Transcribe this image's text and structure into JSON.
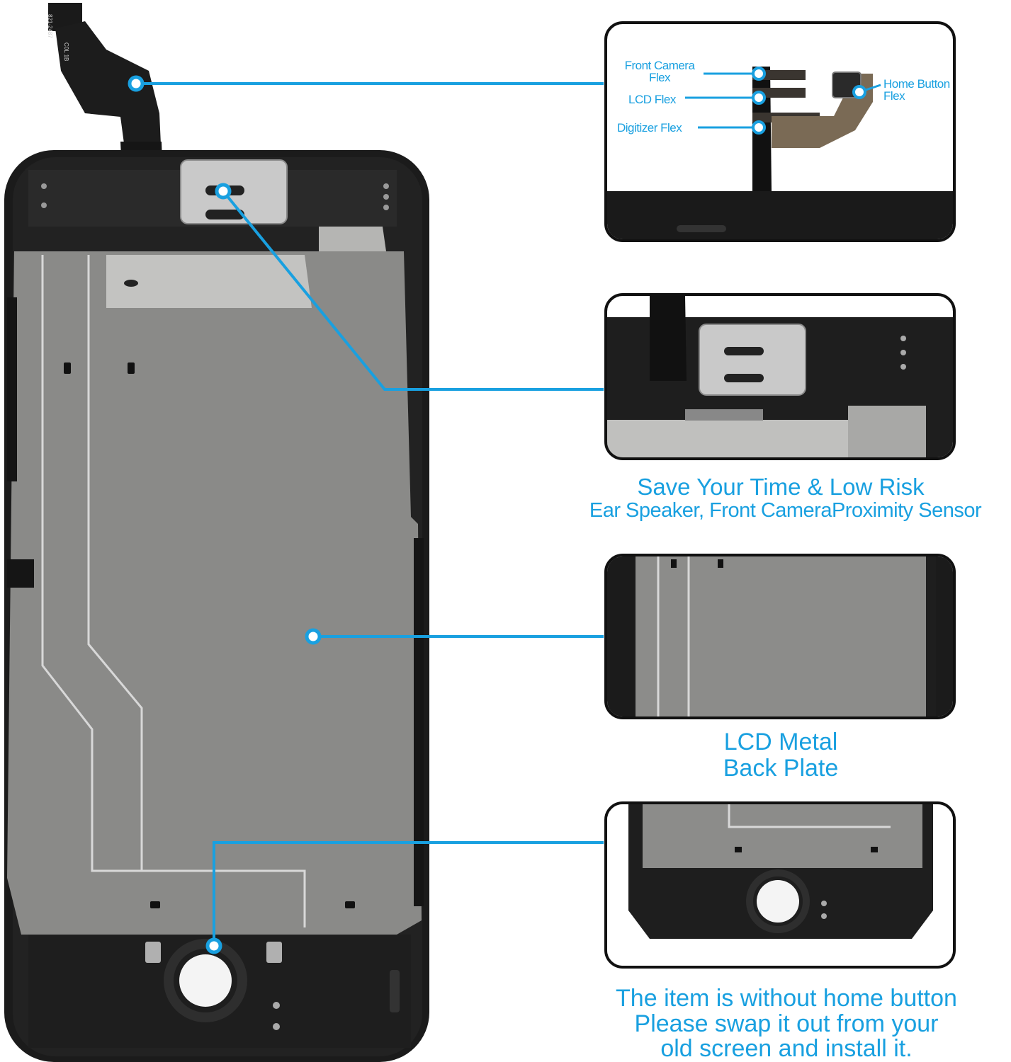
{
  "accent_color": "#19a0e0",
  "callouts": {
    "flex_panel": {
      "front_camera_flex": "Front Camera Flex",
      "lcd_flex": "LCD Flex",
      "digitizer_flex": "Digitizer Flex",
      "home_button_flex": "Home Button Flex"
    },
    "speaker_panel": {
      "title": "Save Your Time & Low Risk",
      "subtitle": "Ear Speaker, Front CameraProximity Sensor"
    },
    "plate_panel": {
      "line1": "LCD Metal",
      "line2": "Back Plate"
    },
    "home_panel": {
      "line1": "The item is without home button",
      "line2": "Please swap it out from your",
      "line3": "old screen and install it."
    }
  },
  "flex_markings": [
    "821-2487",
    "C0L 1B"
  ]
}
